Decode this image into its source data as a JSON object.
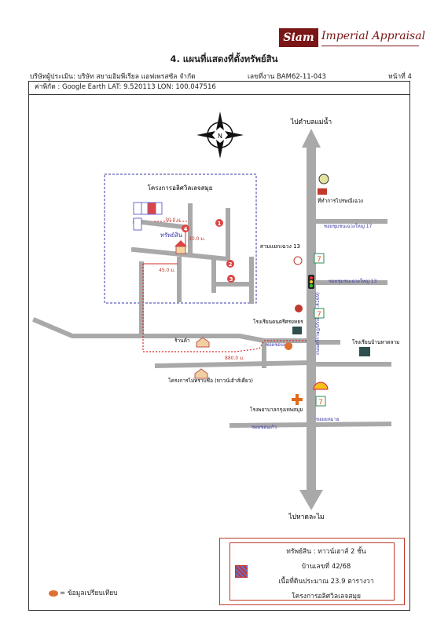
{
  "logo": {
    "brand": "Siam",
    "company": "Imperial Appraisal"
  },
  "title": "4. แผนที่แสดงที่ตั้งทรัพย์สิน",
  "header": {
    "client": "บริษัทผู้ประเมิน: บริษัท สยามอิมพีเรียล แอฟเพรสซัล จำกัด",
    "job_no": "เลขที่งาน BAM62-11-043",
    "page": "หน้าที่ 4"
  },
  "coordinates": "ค่าพิกัด : Google Earth    LAT:  9.520113 LON: 100.047516",
  "map": {
    "compass": "N",
    "to_top": "ไปตำบลแม่น้ำ",
    "to_bottom": "ไปหาดละไม",
    "project": "โครงการอลิศวิลเลจสมุย",
    "subject_label": "ทรัพย์สิน",
    "dist_1": "30.0 ม.",
    "dist_2": "45.0 ม.",
    "dist_3": "880.0 ม.",
    "junction": "สามแยกเฉวง 13",
    "soi_17": "ซอยชุมชนเฉวงใหญ่ 17",
    "soi_13": "ซอยชุมชนเฉวงใหญ่ 13",
    "main_road": "ถนนทวีราษฎร์ภักดี (ทล.4169)",
    "restaurant": "ที่ทำการไปรษณีเฉวง",
    "school_1": "โรงเรียนดนตรีศรยทธร",
    "school_2": "โรงเรียนบ้านหาดลาม",
    "shop": "ร้านค้า",
    "comp_project": "โครงการไม่ทราบชื่อ (ทาวน์เฮ้าส์เดี่ยว)",
    "hospital": "โรงพยาบาลกรุงเทพสมุย",
    "soi_moo": "ซอยชอบหมอ",
    "soi_bottom_left": "ซอยชอนเก้ว",
    "soi_bottom_right": "ซอยยหมาย",
    "markers": [
      "1",
      "2",
      "3",
      "4"
    ]
  },
  "info": {
    "line1": "ทรัพย์สิน : ทาวน์เฮาส์ 2 ชั้น",
    "line2": "บ้านเลขที่ 42/68",
    "line3": "เนื้อที่ดินประมาณ 23.9 ตารางวา",
    "line4": "โครงการอลิศวิลเลจสมุย"
  },
  "legend": "= ข้อมูลเปรียบเทียบ"
}
